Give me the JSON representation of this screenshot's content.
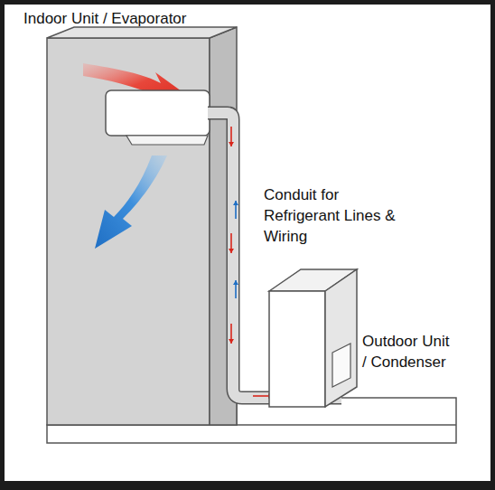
{
  "diagram": {
    "labels": [
      "Indoor Unit / Evaporator",
      "Conduit for Refrigerant Lines & Wiring",
      "Outdoor Unit / Condenser"
    ]
  }
}
